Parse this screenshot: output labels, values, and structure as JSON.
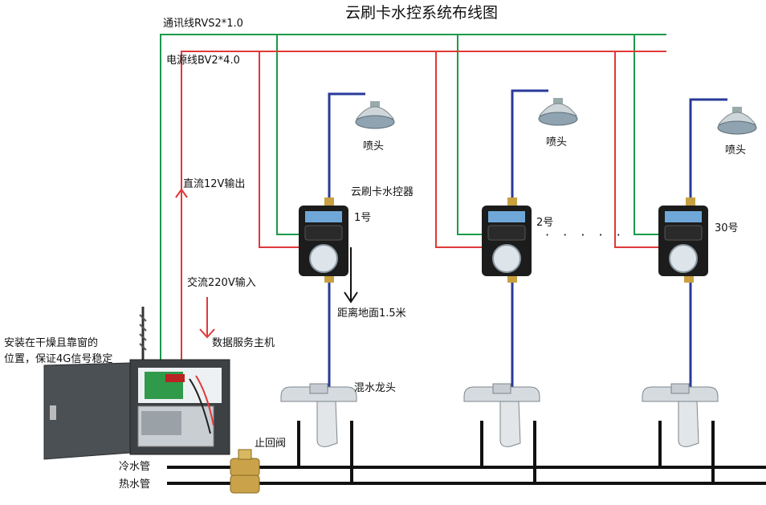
{
  "title": "云刷卡水控系统布线图",
  "labels": {
    "comm_line": "通讯线RVS2*1.0",
    "power_line": "电源线BV2*4.0",
    "dc_output": "直流12V输出",
    "ac_input": "交流220V输入",
    "server": "数据服务主机",
    "install_note_1": "安装在干燥且靠窗的",
    "install_note_2": "位置，保证4G信号稳定",
    "shower_head": "喷头",
    "controller": "云刷卡水控器",
    "unit_1": "1号",
    "unit_2": "2号",
    "unit_30": "30号",
    "dots": "· · · · ·",
    "height": "距离地面1.5米",
    "mixer": "混水龙头",
    "check_valve": "止回阀",
    "cold_pipe": "冷水管",
    "hot_pipe": "热水管"
  },
  "colors": {
    "comm": "#1a9a4a",
    "power": "#e03838",
    "water": "#2a3a9a",
    "pipe": "#111111"
  }
}
